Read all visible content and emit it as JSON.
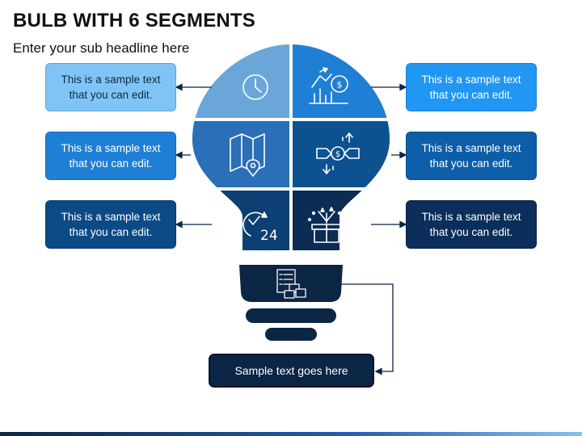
{
  "header": {
    "title": "BULB WITH 6 SEGMENTS",
    "subtitle": "Enter your sub headline here"
  },
  "segments": [
    {
      "text": "This is a sample text\nthat you can edit.",
      "icon": "clock-icon",
      "color": "#6aa7d8"
    },
    {
      "text": "This is a sample text\nthat you can edit.",
      "icon": "idea-growth-icon",
      "color": "#1f7fd4"
    },
    {
      "text": "This is a sample text\nthat you can edit.",
      "icon": "map-location-icon",
      "color": "#2a6fb8"
    },
    {
      "text": "This is a sample text\nthat you can edit.",
      "icon": "money-exchange-icon",
      "color": "#0d5290"
    },
    {
      "text": "This is a sample text\nthat you can edit.",
      "icon": "24-hours-icon",
      "color": "#0c3f73"
    },
    {
      "text": "This is a sample text\nthat you can edit.",
      "icon": "gift-box-icon",
      "color": "#0a2c55"
    }
  ],
  "base": {
    "icon": "checklist-boxes-icon",
    "text": "Sample text goes here",
    "color": "#0b2545"
  },
  "colors": {
    "box_light": "#7fc4f5",
    "box_mid": "#1f7fd4",
    "box_dark": "#0c4a86",
    "connector": "#0b2545"
  }
}
